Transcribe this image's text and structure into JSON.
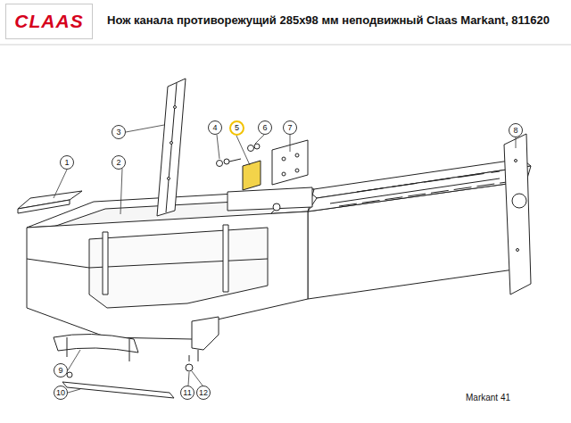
{
  "diagram": {
    "title": "Нож канала противорежущий 285x98 мм неподвижный Claas Markant, 811620",
    "labels": [
      "CLAAS",
      "1",
      "2",
      "3",
      "4",
      "5",
      "6",
      "7",
      "8",
      "9",
      "10",
      "11",
      "12",
      "Markant 41"
    ]
  }
}
